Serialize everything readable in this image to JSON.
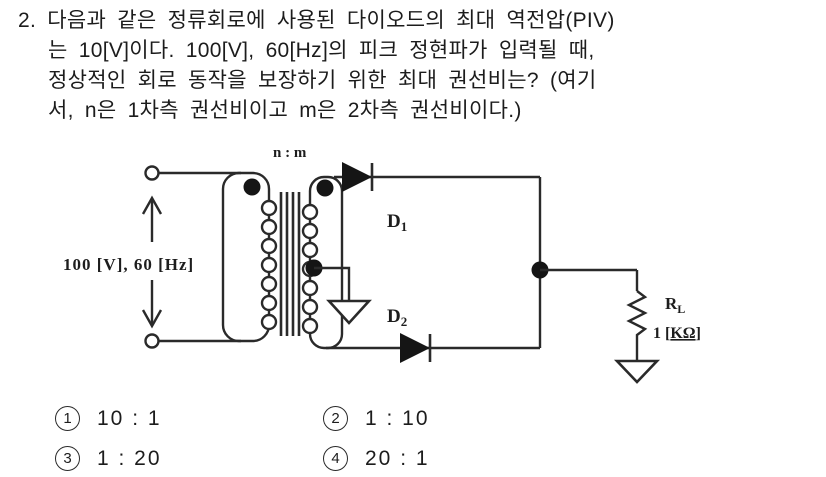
{
  "question": {
    "lines": [
      "2. 다음과 같은 정류회로에 사용된 다이오드의 최대 역전압(PIV)",
      "는 10[V]이다. 100[V], 60[Hz]의 피크 정현파가 입력될 때,",
      "정상적인 회로 동작을 보장하기 위한 최대 권선비는? (여기",
      "서, n은 1차측 권선비이고 m은 2차측 권선비이다.)"
    ]
  },
  "circuit": {
    "transformer_ratio_label": "n : m",
    "source_label": "100 [V], 60 [Hz]",
    "diode1": {
      "letter": "D",
      "sub": "1"
    },
    "diode2": {
      "letter": "D",
      "sub": "2"
    },
    "load": {
      "letter": "R",
      "sub": "L",
      "value_prefix": "1 [",
      "value_unit": "KΩ",
      "value_suffix": "]"
    }
  },
  "options": [
    {
      "num": "1",
      "text": "10 : 1"
    },
    {
      "num": "2",
      "text": "1 : 10"
    },
    {
      "num": "3",
      "text": "1 : 20"
    },
    {
      "num": "4",
      "text": "20 : 1"
    }
  ],
  "colors": {
    "ink": "#2a2a2a",
    "paper": "#ffffff"
  }
}
